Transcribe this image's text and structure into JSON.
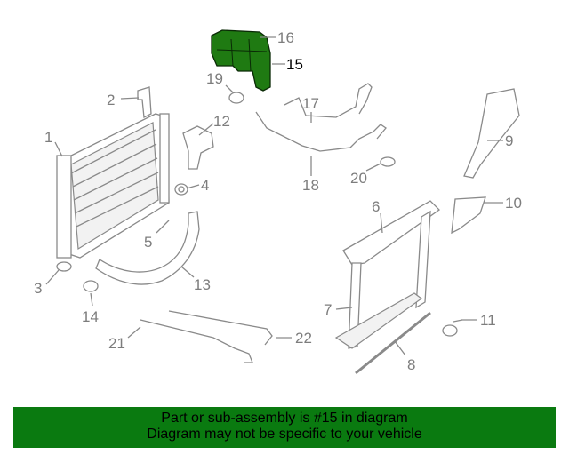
{
  "diagram": {
    "highlight_color": "#1f7a12",
    "callouts": [
      {
        "label": "1"
      },
      {
        "label": "2"
      },
      {
        "label": "3"
      },
      {
        "label": "4"
      },
      {
        "label": "5"
      },
      {
        "label": "6"
      },
      {
        "label": "7"
      },
      {
        "label": "8"
      },
      {
        "label": "9"
      },
      {
        "label": "10"
      },
      {
        "label": "11"
      },
      {
        "label": "12"
      },
      {
        "label": "13"
      },
      {
        "label": "14"
      },
      {
        "label": "15"
      },
      {
        "label": "16"
      },
      {
        "label": "17"
      },
      {
        "label": "18"
      },
      {
        "label": "19"
      },
      {
        "label": "20"
      },
      {
        "label": "21"
      },
      {
        "label": "22"
      }
    ]
  },
  "footer": {
    "line1": "Part or sub-assembly is #15 in diagram",
    "line2": "Diagram may not be specific to your vehicle",
    "background": "#0a7a10"
  }
}
